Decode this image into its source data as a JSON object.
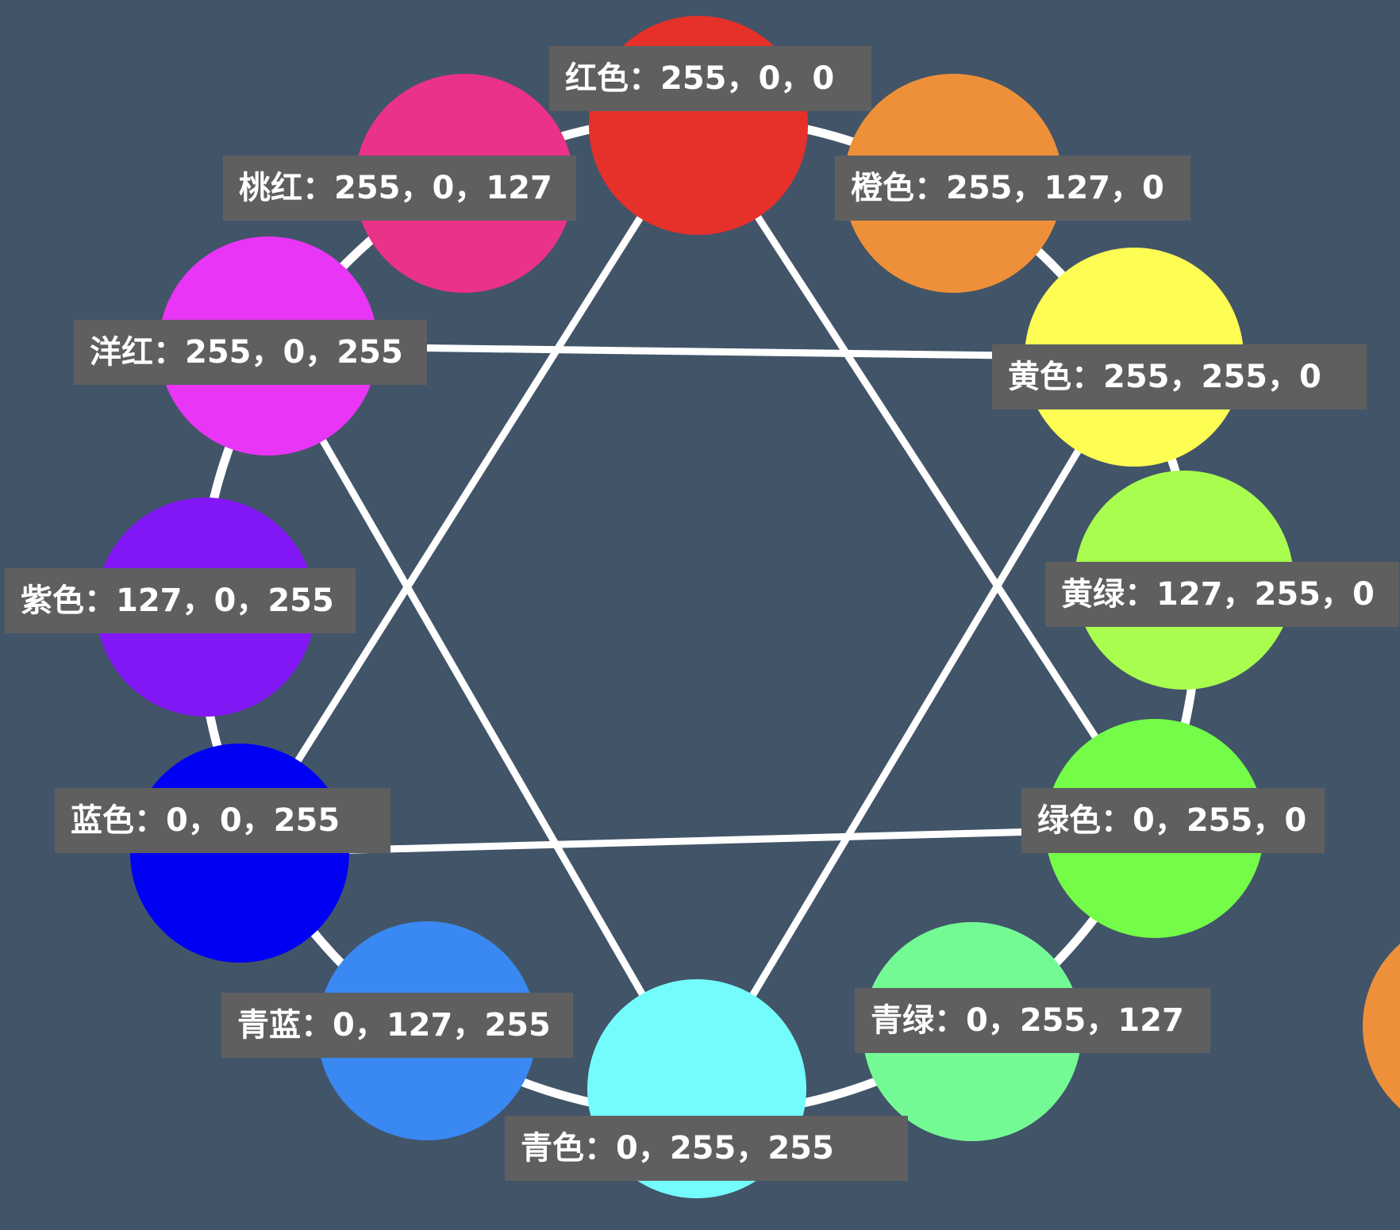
{
  "diagram": {
    "separator": "：",
    "ring_color": "#ffffff",
    "label_background": "#5f5f60",
    "label_text_color": "#ffffff",
    "background": "#425468",
    "colors": [
      {
        "name": "红色",
        "rgb": "255，0，0",
        "color": "#e5312a"
      },
      {
        "name": "橙色",
        "rgb": "255，127，0",
        "color": "#ee9039"
      },
      {
        "name": "黄色",
        "rgb": "255，255，0",
        "color": "#fefd53"
      },
      {
        "name": "黄绿",
        "rgb": "127，255，0",
        "color": "#a8fd4e"
      },
      {
        "name": "绿色",
        "rgb": "0，255，0",
        "color": "#74fc48"
      },
      {
        "name": "青绿",
        "rgb": "0，255，127",
        "color": "#74fa95"
      },
      {
        "name": "青色",
        "rgb": "0，255，255",
        "color": "#74fbfc"
      },
      {
        "name": "青蓝",
        "rgb": "0，127，255",
        "color": "#3a88f1"
      },
      {
        "name": "蓝色",
        "rgb": "0，0，255",
        "color": "#0000f4"
      },
      {
        "name": "紫色",
        "rgb": "127，0，255",
        "color": "#8218f5"
      },
      {
        "name": "洋红",
        "rgb": "255，0，255",
        "color": "#e935f5"
      },
      {
        "name": "桃红",
        "rgb": "255，0，127",
        "color": "#ea3288"
      }
    ],
    "triangles": [
      {
        "name": "primary-triangle",
        "vertices": [
          "红色",
          "绿色",
          "蓝色"
        ]
      },
      {
        "name": "secondary-triangle",
        "vertices": [
          "黄色",
          "青色",
          "洋红"
        ]
      }
    ],
    "edge_partial_circle": {
      "color": "#ee9039"
    }
  }
}
